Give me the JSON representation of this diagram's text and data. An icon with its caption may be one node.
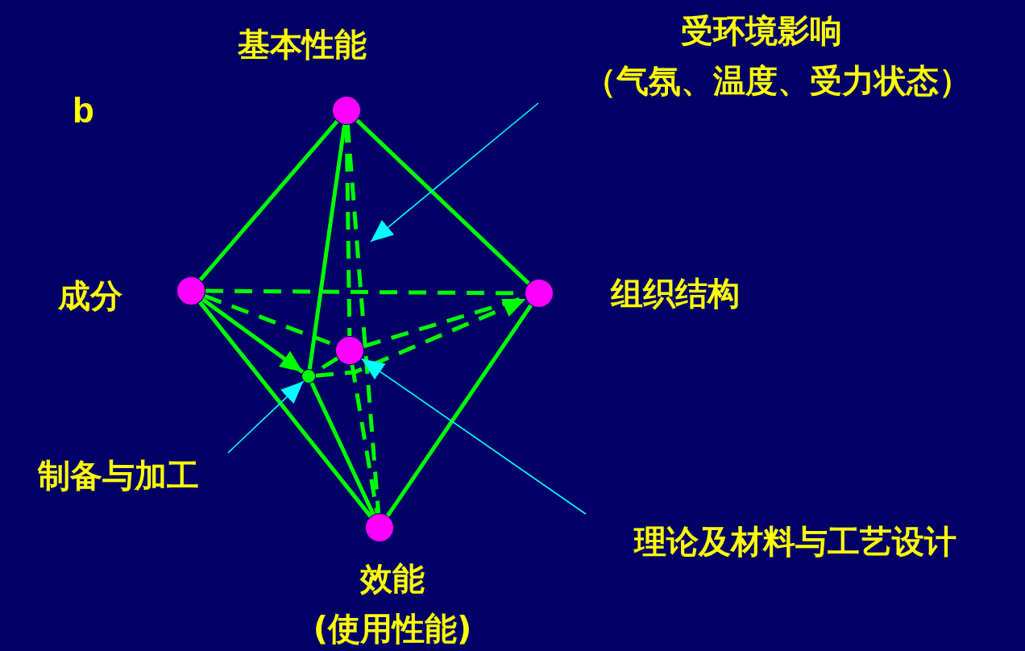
{
  "diagram": {
    "nodes": [
      {
        "text": [
          "基本性能"
        ]
      },
      {
        "text": [
          "受环境影响",
          "（气氛、温度、受力状态）"
        ]
      },
      {
        "text": [
          "成分"
        ]
      },
      {
        "text": [
          "组织结构"
        ]
      },
      {
        "text": [],
        "shape": "circle"
      },
      {
        "text": [],
        "shape": "circle"
      },
      {
        "text": [
          "制备与加工"
        ]
      },
      {
        "text": [
          "理论及材料与工艺设计"
        ]
      },
      {
        "text": [
          "效能",
          "(使用性能)"
        ]
      }
    ],
    "edges": [
      {
        "from": 0,
        "to": 2,
        "arrow": "none"
      },
      {
        "from": 0,
        "to": 3,
        "arrow": "none"
      },
      {
        "from": 2,
        "to": 8,
        "arrow": "none"
      },
      {
        "from": 3,
        "to": 8,
        "arrow": "none"
      },
      {
        "from": 0,
        "to": 5,
        "arrow": "none"
      },
      {
        "from": 5,
        "to": 8,
        "arrow": "none"
      },
      {
        "from": 2,
        "to": 5,
        "arrow": "to"
      },
      {
        "from": 2,
        "to": 3,
        "arrow": "none",
        "style": "dashed"
      },
      {
        "from": 0,
        "to": 4,
        "arrow": "none",
        "style": "dashed"
      },
      {
        "from": 0,
        "to": 8,
        "arrow": "none",
        "style": "dashed"
      },
      {
        "from": 2,
        "to": 4,
        "arrow": "none",
        "style": "dashed"
      },
      {
        "from": 4,
        "to": 3,
        "arrow": "none",
        "style": "dashed"
      },
      {
        "from": 5,
        "to": 3,
        "arrow": "to",
        "style": "dashed"
      },
      {
        "from": 4,
        "to": 8,
        "arrow": "none",
        "style": "dashed"
      },
      {
        "from": 4,
        "to": 5,
        "arrow": "none",
        "style": "dashed"
      },
      {
        "from": 1,
        "to": null,
        "arrow": "to",
        "color": "#00ffff"
      },
      {
        "from": 6,
        "to": 5,
        "arrow": "to",
        "color": "#00ffff"
      },
      {
        "from": 7,
        "to": 4,
        "arrow": "to",
        "color": "#00ffff"
      }
    ],
    "labels": [
      "b"
    ]
  }
}
